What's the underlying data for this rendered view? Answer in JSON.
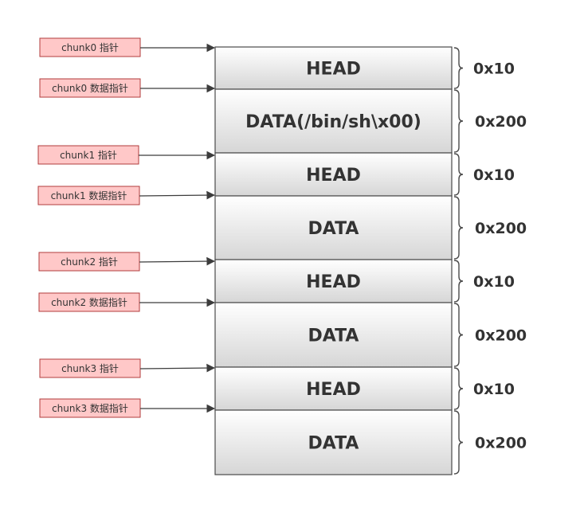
{
  "blocks": [
    {
      "label": "HEAD",
      "size": "0x10"
    },
    {
      "label": "DATA(/bin/sh\\x00)",
      "size": "0x200"
    },
    {
      "label": "HEAD",
      "size": "0x10"
    },
    {
      "label": "DATA",
      "size": "0x200"
    },
    {
      "label": "HEAD",
      "size": "0x10"
    },
    {
      "label": "DATA",
      "size": "0x200"
    },
    {
      "label": "HEAD",
      "size": "0x10"
    },
    {
      "label": "DATA",
      "size": "0x200"
    }
  ],
  "pointers": [
    {
      "label": "chunk0 指针"
    },
    {
      "label": "chunk0 数据指针"
    },
    {
      "label": "chunk1 指针"
    },
    {
      "label": "chunk1 数据指针"
    },
    {
      "label": "chunk2 指针"
    },
    {
      "label": "chunk2 数据指针"
    },
    {
      "label": "chunk3 指针"
    },
    {
      "label": "chunk3 数据指针"
    }
  ],
  "colors": {
    "pointer_fill": "#ffc8c8",
    "pointer_border": "#b03c3c",
    "block_gradient_top": "#ffffff",
    "block_gradient_bottom": "#d6d6d6",
    "text": "#333333"
  }
}
